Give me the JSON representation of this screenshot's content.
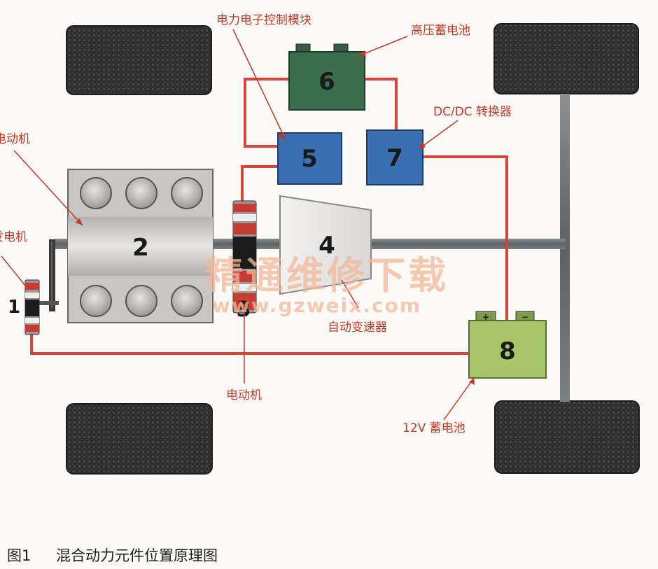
{
  "labels": {
    "pe_module": "电力电子控制模块",
    "hv_battery": "高压蓄电池",
    "dcdc": "DC/DC 转换器",
    "motor_left": "电动机",
    "generator": "发电机",
    "motor_bottom": "电动机",
    "transmission": "自动变速器",
    "battery12v": "12V 蓄电池"
  },
  "numbers": {
    "n1": "1",
    "n2": "2",
    "n3": "3",
    "n4": "4",
    "n5": "5",
    "n6": "6",
    "n7": "7",
    "n8": "8"
  },
  "terminals": {
    "plus": "+",
    "minus": "−"
  },
  "watermark": {
    "cn": "精通维修下载",
    "url": "www.gzweix.com"
  },
  "caption": {
    "fig": "图1",
    "title": "混合动力元件位置原理图"
  },
  "colors": {
    "wire": "#d8433a",
    "tire": "#2b2b2b",
    "axle": "#6b6e70",
    "hv_battery": "#3a6e4c",
    "controller": "#3a6fb3",
    "aux_battery": "#a9c56a",
    "engine": "#d8d6d2",
    "transmission": "#e9e8e6"
  }
}
